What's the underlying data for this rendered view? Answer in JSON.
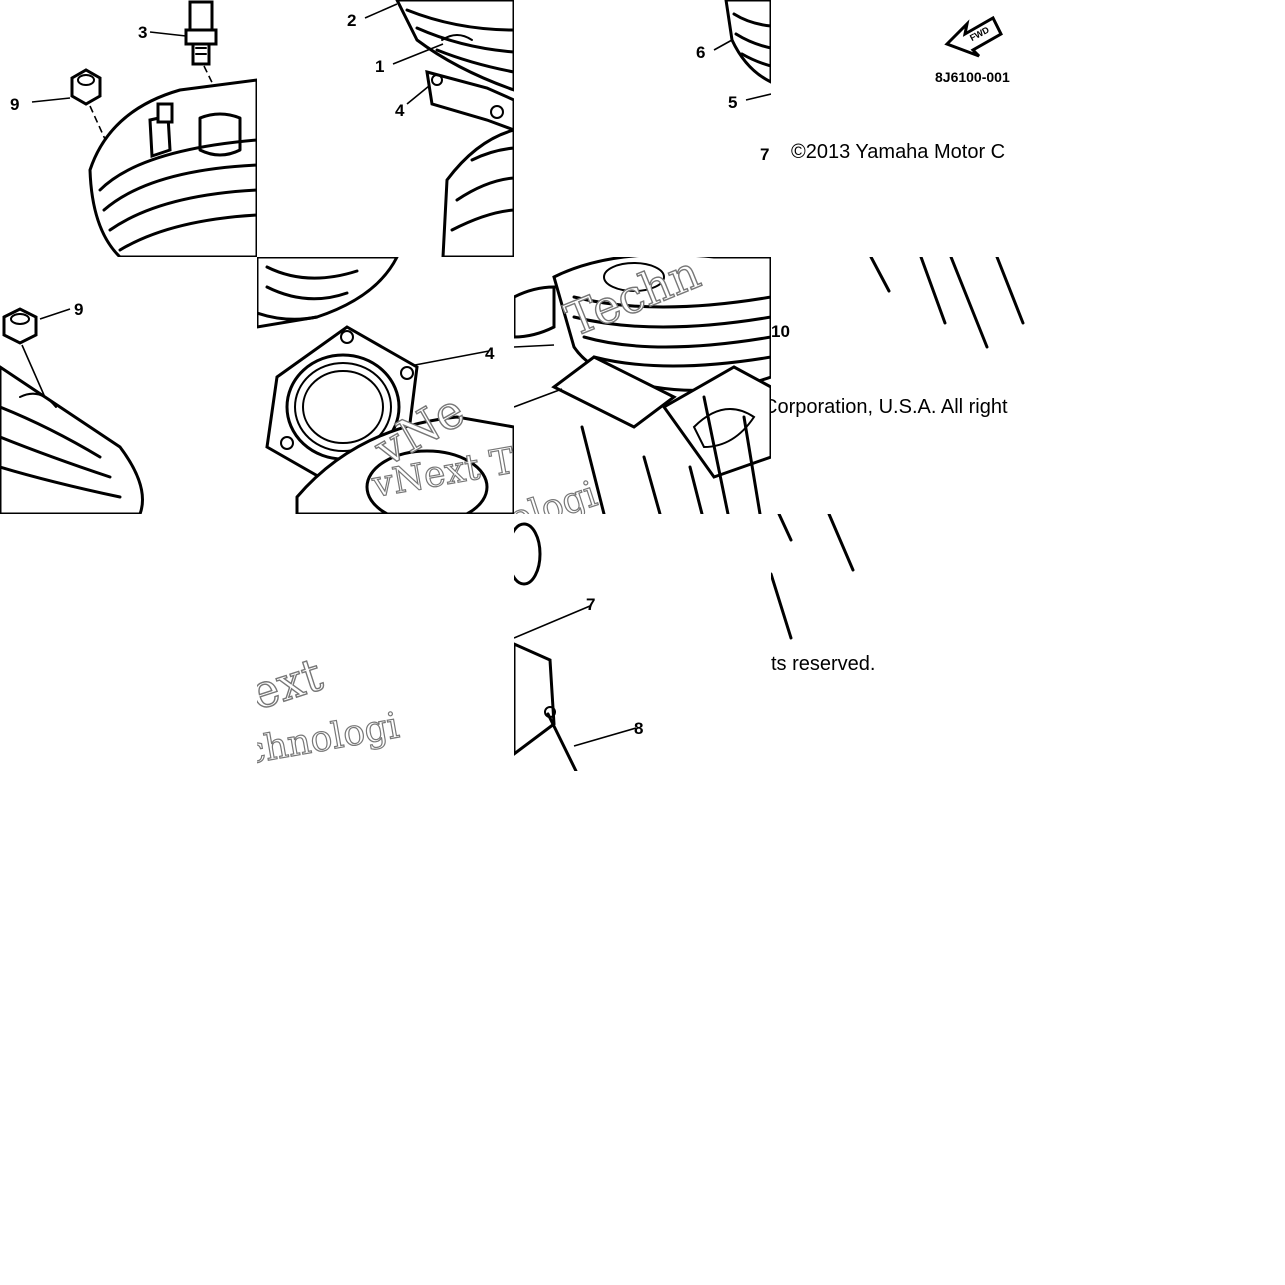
{
  "callouts": {
    "c1": "1",
    "c2": "2",
    "c3": "3",
    "c4": "4",
    "c4b": "4",
    "c5": "5",
    "c6": "6",
    "c7": "7",
    "c7b": "7",
    "c8": "8",
    "c9": "9",
    "c9b": "9",
    "c10": "10"
  },
  "diagram_code": "8J6100-001",
  "fwd_arrow_label": "FWD",
  "copyright": {
    "line1": "©2013 Yamaha Motor C",
    "line2": "Corporation, U.S.A. All right",
    "line3": "ts reserved."
  },
  "watermark": {
    "w1": "Techn",
    "w2": "vNe",
    "w3": "vNext T",
    "w4": "ologi",
    "w5": "ext",
    "w6": "chnologi"
  }
}
